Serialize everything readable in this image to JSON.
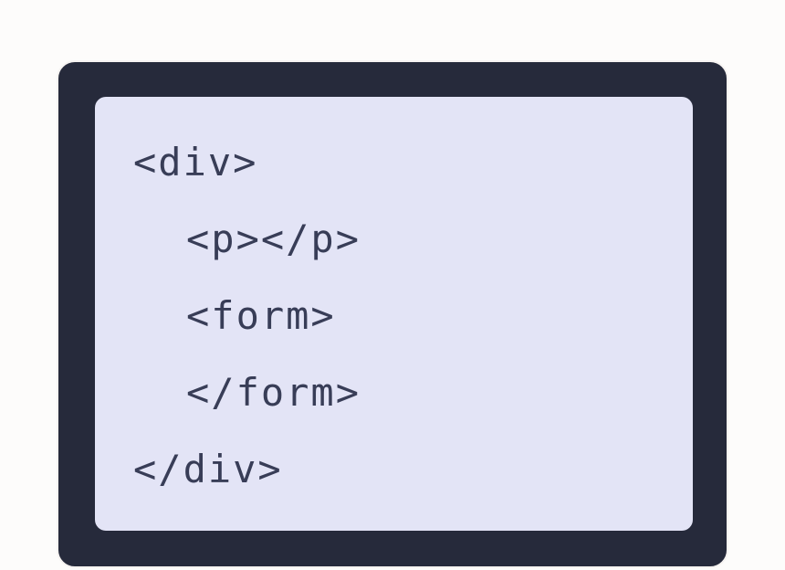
{
  "code_card": {
    "lines": [
      {
        "indent": 0,
        "text": "<div>"
      },
      {
        "indent": 1,
        "text": "<p></p>"
      },
      {
        "indent": 1,
        "text": "<form>"
      },
      {
        "indent": 1,
        "text": "</form>"
      },
      {
        "indent": 0,
        "text": "</div>"
      }
    ],
    "colors": {
      "page_background": "#fdfcfb",
      "frame": "#262a3b",
      "frame_border": "#f6f3f1",
      "panel": "#e3e4f6",
      "text": "#383d57"
    }
  }
}
